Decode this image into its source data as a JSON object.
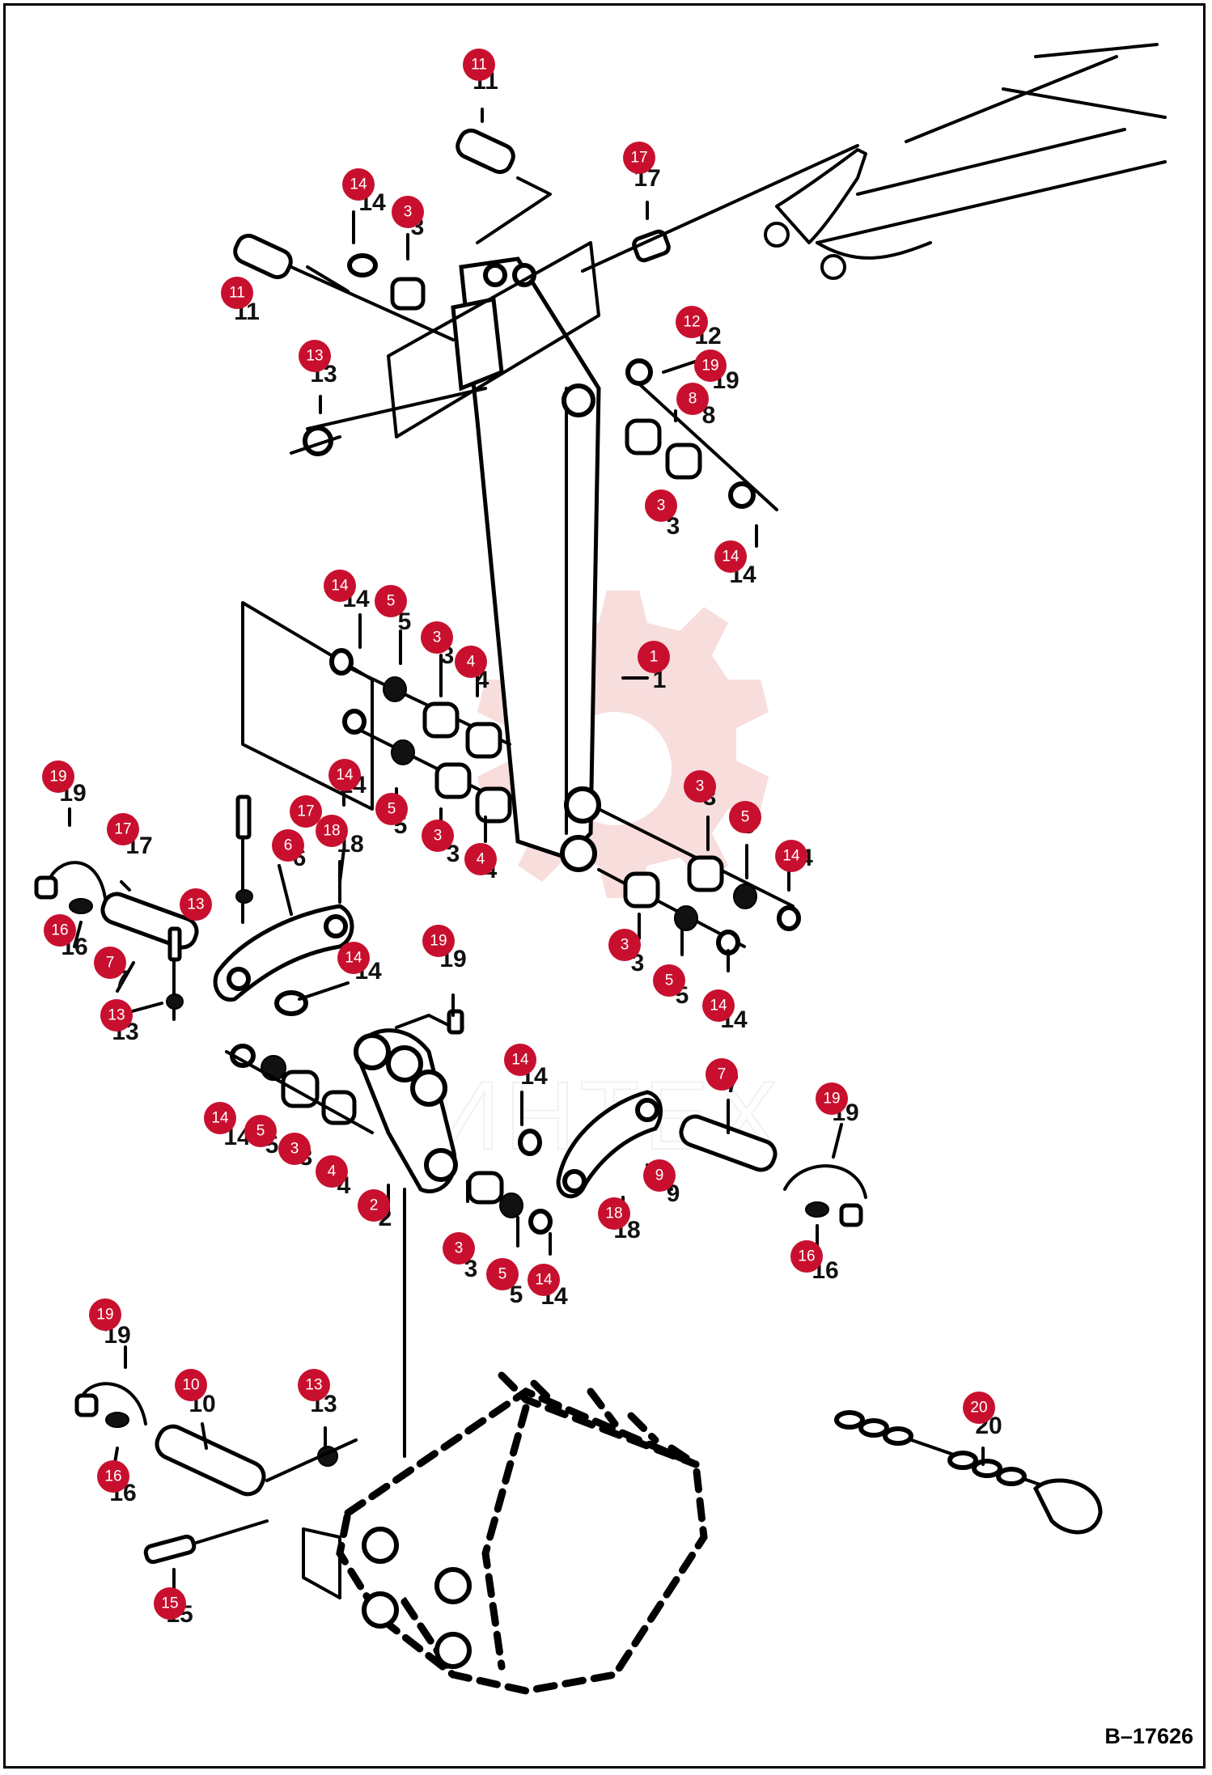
{
  "reference_number": "B–17626",
  "watermark_text": "ИНТЕХ",
  "colors": {
    "callout": "#c8102e",
    "watermark": "#f3c1c1",
    "ink": "#000000"
  },
  "callouts": [
    {
      "id": "1"
    },
    {
      "id": "2"
    },
    {
      "id": "3"
    },
    {
      "id": "4"
    },
    {
      "id": "5"
    },
    {
      "id": "6"
    },
    {
      "id": "7"
    },
    {
      "id": "8"
    },
    {
      "id": "9"
    },
    {
      "id": "10"
    },
    {
      "id": "11"
    },
    {
      "id": "12"
    },
    {
      "id": "13"
    },
    {
      "id": "14"
    },
    {
      "id": "15"
    },
    {
      "id": "16"
    },
    {
      "id": "17"
    },
    {
      "id": "18"
    },
    {
      "id": "19"
    },
    {
      "id": "20"
    }
  ]
}
